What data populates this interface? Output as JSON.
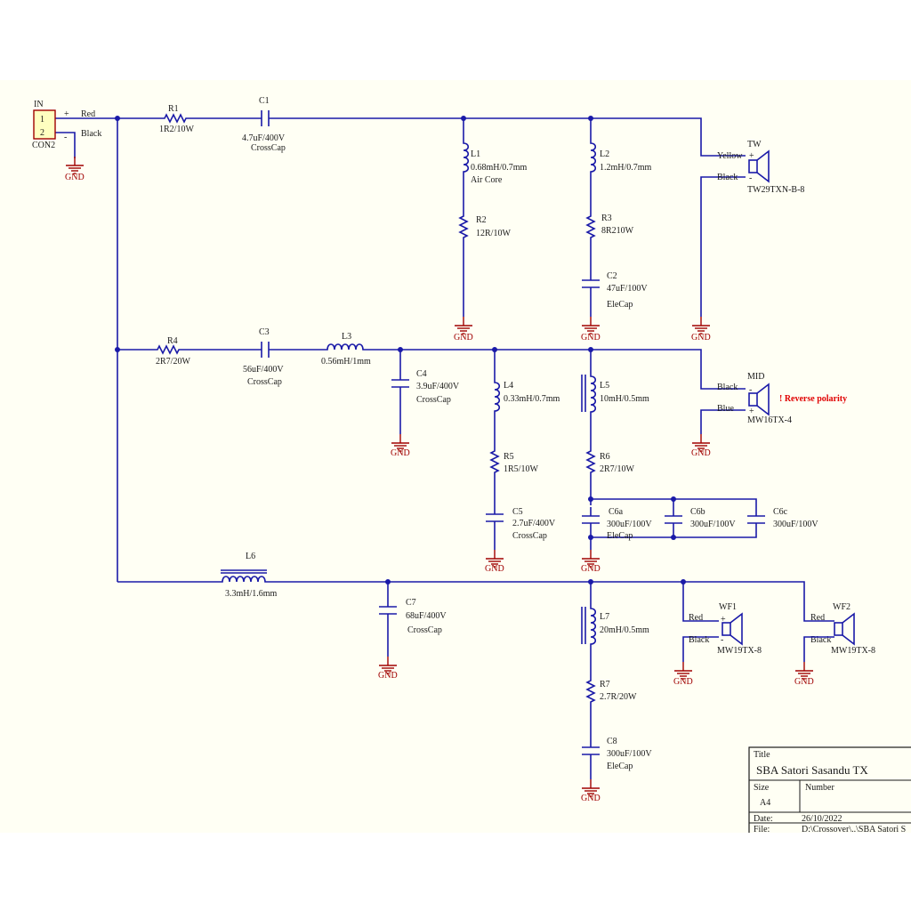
{
  "connector": {
    "ref": "IN",
    "pin1": "1",
    "pin2": "2",
    "name": "CON2",
    "plus": "+",
    "minus": "-",
    "red": "Red",
    "black": "Black"
  },
  "gnd_label": "GND",
  "tweeter_branch": {
    "r1": {
      "ref": "R1",
      "val": "1R2/10W"
    },
    "c1": {
      "ref": "C1",
      "val": "4.7uF/400V",
      "type": "CrossCap"
    },
    "l1": {
      "ref": "L1",
      "val": "0.68mH/0.7mm",
      "note": "Air Core"
    },
    "r2": {
      "ref": "R2",
      "val": "12R/10W"
    },
    "l2": {
      "ref": "L2",
      "val": "1.2mH/0.7mm"
    },
    "r3": {
      "ref": "R3",
      "val": "8R210W"
    },
    "c2": {
      "ref": "C2",
      "val": "47uF/100V",
      "type": "EleCap"
    },
    "speaker": {
      "ref": "TW",
      "model": "TW29TXN-B-8",
      "w1": "Yellow",
      "w2": "Black",
      "plus": "+",
      "minus": "-"
    }
  },
  "mid_branch": {
    "r4": {
      "ref": "R4",
      "val": "2R7/20W"
    },
    "c3": {
      "ref": "C3",
      "val": "56uF/400V",
      "type": "CrossCap"
    },
    "l3": {
      "ref": "L3",
      "val": "0.56mH/1mm"
    },
    "c4": {
      "ref": "C4",
      "val": "3.9uF/400V",
      "type": "CrossCap"
    },
    "l4": {
      "ref": "L4",
      "val": "0.33mH/0.7mm"
    },
    "r5": {
      "ref": "R5",
      "val": "1R5/10W"
    },
    "c5": {
      "ref": "C5",
      "val": "2.7uF/400V",
      "type": "CrossCap"
    },
    "l5": {
      "ref": "L5",
      "val": "10mH/0.5mm"
    },
    "r6": {
      "ref": "R6",
      "val": "2R7/10W"
    },
    "c6a": {
      "ref": "C6a",
      "val": "300uF/100V",
      "type": "EleCap"
    },
    "c6b": {
      "ref": "C6b",
      "val": "300uF/100V"
    },
    "c6c": {
      "ref": "C6c",
      "val": "300uF/100V"
    },
    "speaker": {
      "ref": "MID",
      "model": "MW16TX-4",
      "w1": "Black",
      "w2": "Blue",
      "plus": "+",
      "minus": "-",
      "warning": "! Reverse polarity"
    }
  },
  "woofer_branch": {
    "l6": {
      "ref": "L6",
      "val": "3.3mH/1.6mm"
    },
    "c7": {
      "ref": "C7",
      "val": "68uF/400V",
      "type": "CrossCap"
    },
    "l7": {
      "ref": "L7",
      "val": "20mH/0.5mm"
    },
    "r7": {
      "ref": "R7",
      "val": "2.7R/20W"
    },
    "c8": {
      "ref": "C8",
      "val": "300uF/100V",
      "type": "EleCap"
    },
    "wf1": {
      "ref": "WF1",
      "model": "MW19TX-8",
      "w1": "Red",
      "w2": "Black",
      "plus": "+",
      "minus": "-"
    },
    "wf2": {
      "ref": "WF2",
      "model": "MW19TX-8",
      "w1": "Red",
      "w2": "Black"
    }
  },
  "title_block": {
    "title_label": "Title",
    "title": "SBA Satori Sasandu TX",
    "size_label": "Size",
    "size": "A4",
    "number_label": "Number",
    "date_label": "Date:",
    "date": "26/10/2022",
    "file_label": "File:",
    "file": "D:\\Crossover\\..\\SBA Satori S"
  }
}
